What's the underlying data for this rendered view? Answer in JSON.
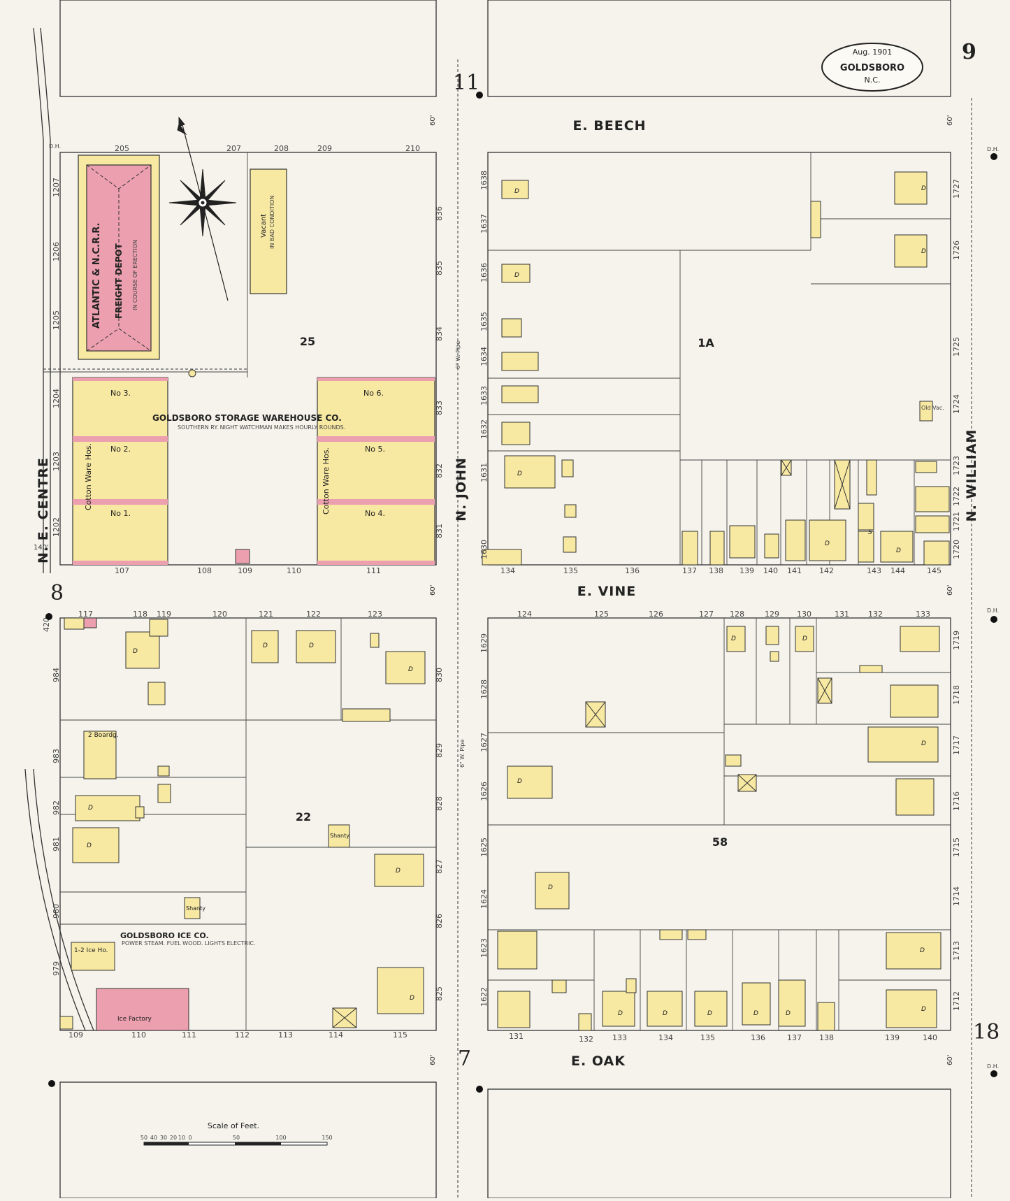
{
  "title_cartouche": {
    "date": "Aug. 1901",
    "city": "GOLDSBORO",
    "state": "N.C."
  },
  "sheet_number": "9",
  "adjacent_sheets": {
    "north": "11",
    "west": "8",
    "south": "7",
    "east": "18"
  },
  "streets": {
    "e_beech": "E. BEECH",
    "e_vine": "E. VINE",
    "e_oak": "E. OAK",
    "n_e_centre": "N. E. CENTRE",
    "n_john": "N. JOHN",
    "n_william": "N. WILLIAM",
    "street_width": "60'",
    "centre_width": "140'"
  },
  "blocks": {
    "nw": "25",
    "ne": "1A",
    "sw": "22",
    "se": "58"
  },
  "labels": {
    "depot_rail": "ATLANTIC & N.C.R.R.",
    "depot_name": "FREIGHT DEPOT",
    "depot_note": "IN COURSE OF ERECTION",
    "vacant": "Vacant",
    "vacant_note": "IN BAD CONDITION",
    "warehouse_co": "GOLDSBORO STORAGE WAREHOUSE CO.",
    "warehouse_note": "SOUTHERN RY. NIGHT WATCHMAN MAKES HOURLY ROUNDS.",
    "cotton_ware": "Cotton Ware Hos.",
    "wh1": "No 1.",
    "wh2": "No 2.",
    "wh3": "No 3.",
    "wh4": "No 4.",
    "wh5": "No 5.",
    "wh6": "No 6.",
    "ice_co": "GOLDSBORO ICE CO.",
    "ice_note": "POWER STEAM. FUEL WOOD. LIGHTS ELECTRIC.",
    "ice_house": "1-2 Ice Ho.",
    "ice_factory": "Ice Factory",
    "boardg": "2 Boardg.",
    "shanty": "Shanty",
    "dwelling": "D",
    "store": "S",
    "old_vac": "Old Vac.",
    "scale": "Scale of Feet.",
    "scale_ticks": [
      "50",
      "40",
      "30",
      "20",
      "10",
      "0",
      "50",
      "100",
      "150"
    ],
    "water_pipe": "6\" W. Pipe",
    "dh": "D.H."
  },
  "lot_numbers": {
    "beech_nw": [
      "205",
      "207",
      "208",
      "209",
      "210"
    ],
    "vine_nw": [
      "107",
      "108",
      "109",
      "110",
      "111"
    ],
    "centre_nw": [
      "1207",
      "1206",
      "1205",
      "1204",
      "1203",
      "1202"
    ],
    "john_nw": [
      "836",
      "835",
      "834",
      "833",
      "832",
      "831"
    ],
    "vine_ne": [
      "134",
      "135",
      "136",
      "137",
      "138",
      "139",
      "140",
      "141",
      "142",
      "143",
      "144",
      "145"
    ],
    "john_ne": [
      "1638",
      "1637",
      "1636",
      "1635",
      "1634",
      "1633",
      "1632",
      "1631",
      "1630"
    ],
    "william_ne": [
      "1727",
      "1726",
      "1725",
      "1724",
      "1723",
      "1722",
      "1721",
      "1720"
    ],
    "vine_sw": [
      "117",
      "118",
      "119",
      "120",
      "121",
      "122",
      "123"
    ],
    "oak_sw": [
      "109",
      "110",
      "111",
      "112",
      "113",
      "114",
      "115"
    ],
    "centre_sw": [
      "420",
      "984",
      "983",
      "982",
      "981",
      "980",
      "979"
    ],
    "john_sw": [
      "830",
      "829",
      "828",
      "827",
      "826",
      "825"
    ],
    "vine_se": [
      "124",
      "125",
      "126",
      "127",
      "128",
      "129",
      "130",
      "131",
      "132",
      "133"
    ],
    "oak_se": [
      "131",
      "132",
      "133",
      "134",
      "135",
      "136",
      "137",
      "138",
      "139",
      "140"
    ],
    "john_se": [
      "1629",
      "1628",
      "1627",
      "1626",
      "1625",
      "1624",
      "1623",
      "1622"
    ],
    "william_se": [
      "1719",
      "1718",
      "1717",
      "1716",
      "1715",
      "1714",
      "1713",
      "1712"
    ]
  },
  "colors": {
    "paper": "#f5f3ec",
    "frame_yellow": "#f7e8a2",
    "brick_pink": "#ec9fae",
    "ink": "#222222"
  }
}
